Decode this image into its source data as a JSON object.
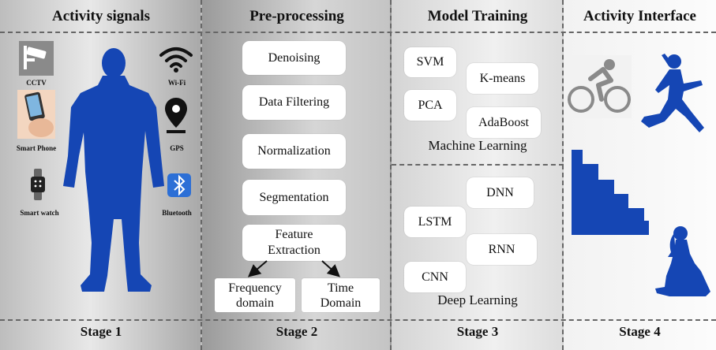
{
  "stages": [
    {
      "title": "Activity signals",
      "label": "Stage 1"
    },
    {
      "title": "Pre-processing",
      "label": "Stage 2"
    },
    {
      "title": "Model Training",
      "label": "Stage 3"
    },
    {
      "title": "Activity Interface",
      "label": "Stage 4"
    }
  ],
  "signals": {
    "cctv": "CCTV",
    "smartphone": "Smart Phone",
    "smartwatch": "Smart watch",
    "wifi": "Wi-Fi",
    "gps": "GPS",
    "bluetooth": "Bluetooth"
  },
  "preprocessing": {
    "steps": [
      "Denoising",
      "Data Filtering",
      "Normalization",
      "Segmentation"
    ],
    "feature_line1": "Feature",
    "feature_line2": "Extraction",
    "freq_line1": "Frequency",
    "freq_line2": "domain",
    "time_line1": "Time",
    "time_line2": "Domain"
  },
  "training": {
    "ml_models": [
      "SVM",
      "K-means",
      "PCA",
      "AdaBoost"
    ],
    "ml_caption": "Machine Learning",
    "dl_models": [
      "DNN",
      "LSTM",
      "RNN",
      "CNN"
    ],
    "dl_caption": "Deep Learning"
  },
  "colors": {
    "silhouette": "#1546b4",
    "icon_gray": "#8a8a8a"
  },
  "icons": [
    "cctv-icon",
    "smartphone-icon",
    "smartwatch-icon",
    "wifi-icon",
    "gps-icon",
    "bluetooth-icon",
    "cycling-icon",
    "running-icon",
    "stairs-icon",
    "sitting-icon",
    "person-silhouette"
  ]
}
